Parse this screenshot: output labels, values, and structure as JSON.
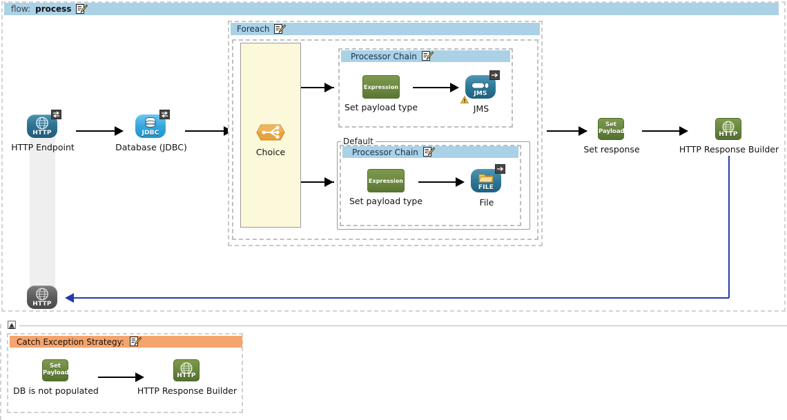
{
  "flow": {
    "label_key": "flow:",
    "label_value": "process",
    "edit_icon": "edit-pencil-icon"
  },
  "scopes": {
    "foreach": {
      "title": "Foreach",
      "edit_icon": "edit-pencil-icon"
    },
    "processor_chain_top": {
      "title": "Processor Chain",
      "edit_icon": "edit-pencil-icon"
    },
    "processor_chain_default": {
      "title": "Processor Chain",
      "edit_icon": "edit-pencil-icon"
    },
    "default_group": {
      "legend": "Default"
    }
  },
  "nodes": {
    "http_endpoint": {
      "label": "HTTP Endpoint",
      "icon": "http-globe-icon",
      "caption": "HTTP",
      "badge": "two-way-arrows-badge"
    },
    "database_jdbc": {
      "label": "Database (JDBC)",
      "icon": "database-cylinder-icon",
      "caption": "JDBC",
      "badge": "two-way-arrows-badge"
    },
    "choice": {
      "label": "Choice",
      "icon": "choice-router-icon"
    },
    "set_payload_type_top": {
      "label": "Set payload type",
      "icon": "expression-icon",
      "caption": "Expression"
    },
    "jms": {
      "label": "JMS",
      "icon": "jms-queue-icon",
      "caption": "JMS",
      "badge": "right-arrow-badge",
      "warning": "warning-triangle-icon"
    },
    "set_payload_type_default": {
      "label": "Set payload type",
      "icon": "expression-icon",
      "caption": "Expression"
    },
    "file": {
      "label": "File",
      "icon": "file-folder-icon",
      "caption": "FILE",
      "badge": "right-arrow-badge"
    },
    "set_response": {
      "label": "Set response",
      "icon": "set-payload-icon",
      "caption_line1": "Set",
      "caption_line2": "Payload"
    },
    "http_response_builder": {
      "label": "HTTP Response Builder",
      "icon": "http-globe-green-icon",
      "caption": "HTTP"
    },
    "http_return": {
      "label": "",
      "icon": "http-globe-grey-icon",
      "caption": "HTTP"
    }
  },
  "exception_strategy": {
    "title": "Catch Exception Strategy:",
    "edit_icon": "edit-pencil-icon",
    "collapse_icon": "collapse-handle-icon",
    "nodes": {
      "db_not_populated": {
        "label": "DB is not populated",
        "icon": "set-payload-icon",
        "caption_line1": "Set",
        "caption_line2": "Payload"
      },
      "http_response_builder": {
        "label": "HTTP Response Builder",
        "icon": "http-globe-green-icon",
        "caption": "HTTP"
      }
    }
  },
  "colors": {
    "scope_header_blue": "#aad1e6",
    "exception_header_orange": "#f4a46d",
    "choice_fill": "#fcf8da",
    "return_arrow_blue": "#2439a8",
    "green_component": "#6b8840",
    "choice_orange": "#e8a33d"
  }
}
